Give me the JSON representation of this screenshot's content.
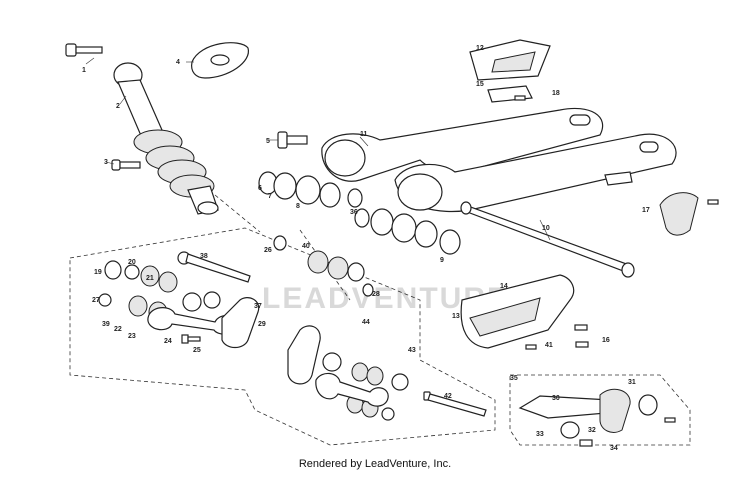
{
  "watermark": "LEADVENTURE",
  "footer": "Rendered by LeadVenture, Inc.",
  "callouts": {
    "c1": "1",
    "c2": "2",
    "c3": "3",
    "c4": "4",
    "c5": "5",
    "c6": "6",
    "c7": "7",
    "c8": "8",
    "c9": "9",
    "c10": "10",
    "c11": "11",
    "c12": "12",
    "c13": "13",
    "c14": "14",
    "c15": "15",
    "c16": "16",
    "c17": "17",
    "c18": "18",
    "c19": "19",
    "c20": "20",
    "c21": "21",
    "c22": "22",
    "c23": "23",
    "c24": "24",
    "c25": "25",
    "c26": "26",
    "c27": "27",
    "c28": "28",
    "c29": "29",
    "c30": "30",
    "c31": "31",
    "c32": "32",
    "c33": "33",
    "c34": "34",
    "c35": "35",
    "c36": "36",
    "c37": "37",
    "c38": "38",
    "c39": "39",
    "c40": "40",
    "c41": "41",
    "c42": "42",
    "c43": "43",
    "c44": "44"
  }
}
